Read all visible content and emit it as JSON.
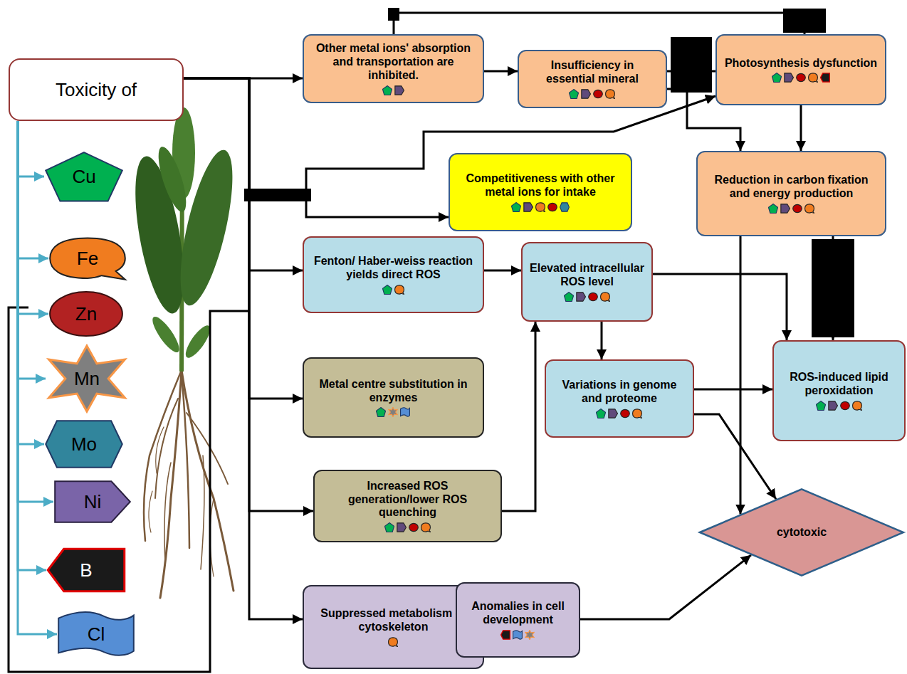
{
  "diagram": {
    "nodes": [
      {
        "text": [
          "Toxicity of"
        ]
      },
      {
        "text": [
          "Cu"
        ]
      },
      {
        "text": [
          "Fe"
        ]
      },
      {
        "text": [
          "Zn"
        ]
      },
      {
        "text": [
          "Mn"
        ]
      },
      {
        "text": [
          "Mo"
        ]
      },
      {
        "text": [
          "Ni"
        ]
      },
      {
        "text": [
          "B"
        ]
      },
      {
        "text": [
          "Cl"
        ]
      },
      {
        "text": [
          "Other metal ions' absorption and transportation are inhibited."
        ]
      },
      {
        "text": [
          "Insufficiency in essential mineral"
        ]
      },
      {
        "text": [
          "Photosynthesis dysfunction"
        ]
      },
      {
        "text": [
          "Competitiveness with other metal ions for intake"
        ]
      },
      {
        "text": [
          "Reduction in carbon fixation and energy production"
        ]
      },
      {
        "text": [
          "Fenton/ Haber-weiss reaction yields direct ROS"
        ]
      },
      {
        "text": [
          "Elevated intracellular ROS level"
        ]
      },
      {
        "text": [
          "Metal centre substitution in enzymes"
        ]
      },
      {
        "text": [
          "Variations in genome and proteome"
        ]
      },
      {
        "text": [
          "ROS-induced lipid peroxidation"
        ]
      },
      {
        "text": [
          "Increased ROS generation/lower ROS quenching"
        ]
      },
      {
        "text": [
          "cytotoxic"
        ]
      },
      {
        "text": [
          "Suppressed metabolism of cytoskeleton"
        ]
      },
      {
        "text": [
          "Anomalies in cell development"
        ]
      }
    ],
    "edges": [
      {
        "from": 0,
        "to": 1,
        "arrow": "to"
      },
      {
        "from": 0,
        "to": 2,
        "arrow": "to"
      },
      {
        "from": 0,
        "to": 3,
        "arrow": "to"
      },
      {
        "from": 0,
        "to": 4,
        "arrow": "to"
      },
      {
        "from": 0,
        "to": 5,
        "arrow": "to"
      },
      {
        "from": 0,
        "to": 6,
        "arrow": "to"
      },
      {
        "from": 0,
        "to": 7,
        "arrow": "to"
      },
      {
        "from": 0,
        "to": 8,
        "arrow": "to"
      },
      {
        "from": 0,
        "to": 9,
        "arrow": "to"
      },
      {
        "from": 0,
        "to": 11,
        "arrow": "to"
      },
      {
        "from": 0,
        "to": 12,
        "arrow": "to"
      },
      {
        "from": 0,
        "to": 14,
        "arrow": "to"
      },
      {
        "from": 0,
        "to": 16,
        "arrow": "to"
      },
      {
        "from": 0,
        "to": 19,
        "arrow": "to"
      },
      {
        "from": 0,
        "to": 21,
        "arrow": "to"
      },
      {
        "from": 9,
        "to": 10,
        "arrow": "to"
      },
      {
        "from": 10,
        "to": 11,
        "arrow": "none"
      },
      {
        "from": 11,
        "to": 9,
        "arrow": "none"
      },
      {
        "from": 10,
        "to": 13,
        "arrow": "to"
      },
      {
        "from": 11,
        "to": 13,
        "arrow": "to"
      },
      {
        "from": 14,
        "to": 15,
        "arrow": "to"
      },
      {
        "from": 19,
        "to": 15,
        "arrow": "to"
      },
      {
        "from": 15,
        "to": 17,
        "arrow": "to"
      },
      {
        "from": 15,
        "to": 18,
        "arrow": "to"
      },
      {
        "from": 13,
        "to": 18,
        "arrow": "to"
      },
      {
        "from": 17,
        "to": 18,
        "arrow": "to"
      },
      {
        "from": 17,
        "to": 20,
        "arrow": "to"
      },
      {
        "from": 13,
        "to": 20,
        "arrow": "to"
      },
      {
        "from": 21,
        "to": 22,
        "arrow": "to"
      },
      {
        "from": 22,
        "to": 20,
        "arrow": "to"
      }
    ]
  }
}
